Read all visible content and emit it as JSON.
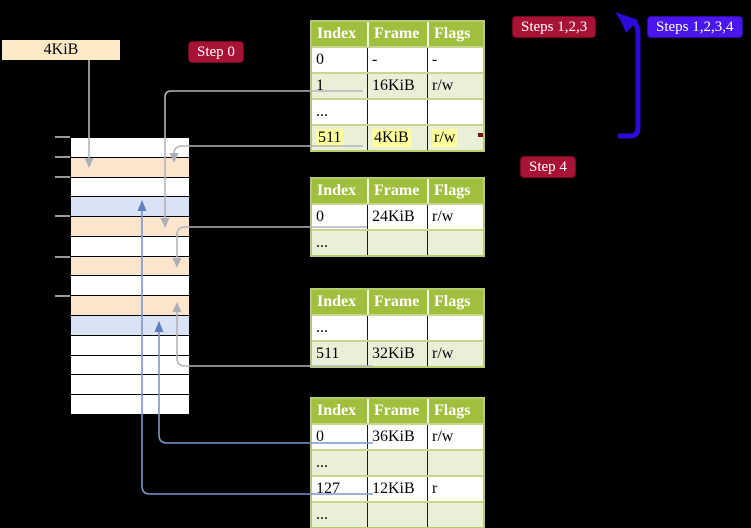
{
  "labels": {
    "page_size": "4KiB",
    "step0": "Step 0",
    "steps123": "Steps 1,2,3",
    "steps1234": "Steps 1,2,3,4",
    "step4": "Step 4"
  },
  "palette": {
    "badge_red": "#a81335",
    "badge_blue": "#4a16f0",
    "table_header_green": "#a0bf3c",
    "table_row_green": "#eaf0d8",
    "table_border_green": "#b7cb6d",
    "highlight_yellow": "#ffff9e",
    "memory_frame_orange": "#fce5cd",
    "memory_frame_blue": "#dae3f3",
    "page_size_label_beige": "#fdeac7",
    "gray_connector": "#b4b4bc",
    "blue_connector": "#7b96cd",
    "big_arrow_blue": "#2b0bdb"
  },
  "memory": {
    "rows": [
      "white",
      "orange",
      "white",
      "blue",
      "orange",
      "white",
      "orange",
      "white",
      "orange",
      "blue",
      "white",
      "white",
      "white",
      "white"
    ]
  },
  "tables": [
    {
      "headers": [
        "Index",
        "Frame",
        "Flags"
      ],
      "rows": [
        {
          "cells": [
            "0",
            "-",
            "-"
          ]
        },
        {
          "cells": [
            "1",
            "16KiB",
            "r/w"
          ]
        },
        {
          "cells": [
            "...",
            "",
            ""
          ]
        },
        {
          "cells": [
            "511",
            "4KiB",
            "r/w"
          ]
        }
      ]
    },
    {
      "headers": [
        "Index",
        "Frame",
        "Flags"
      ],
      "rows": [
        {
          "cells": [
            "0",
            "24KiB",
            "r/w"
          ]
        },
        {
          "cells": [
            "...",
            "",
            ""
          ]
        }
      ]
    },
    {
      "headers": [
        "Index",
        "Frame",
        "Flags"
      ],
      "rows": [
        {
          "cells": [
            "...",
            "",
            ""
          ]
        },
        {
          "cells": [
            "511",
            "32KiB",
            "r/w"
          ]
        }
      ]
    },
    {
      "headers": [
        "Index",
        "Frame",
        "Flags"
      ],
      "rows": [
        {
          "cells": [
            "0",
            "36KiB",
            "r/w"
          ]
        },
        {
          "cells": [
            "...",
            "",
            ""
          ]
        },
        {
          "cells": [
            "127",
            "12KiB",
            "r"
          ]
        },
        {
          "cells": [
            "...",
            "",
            ""
          ]
        }
      ]
    }
  ]
}
